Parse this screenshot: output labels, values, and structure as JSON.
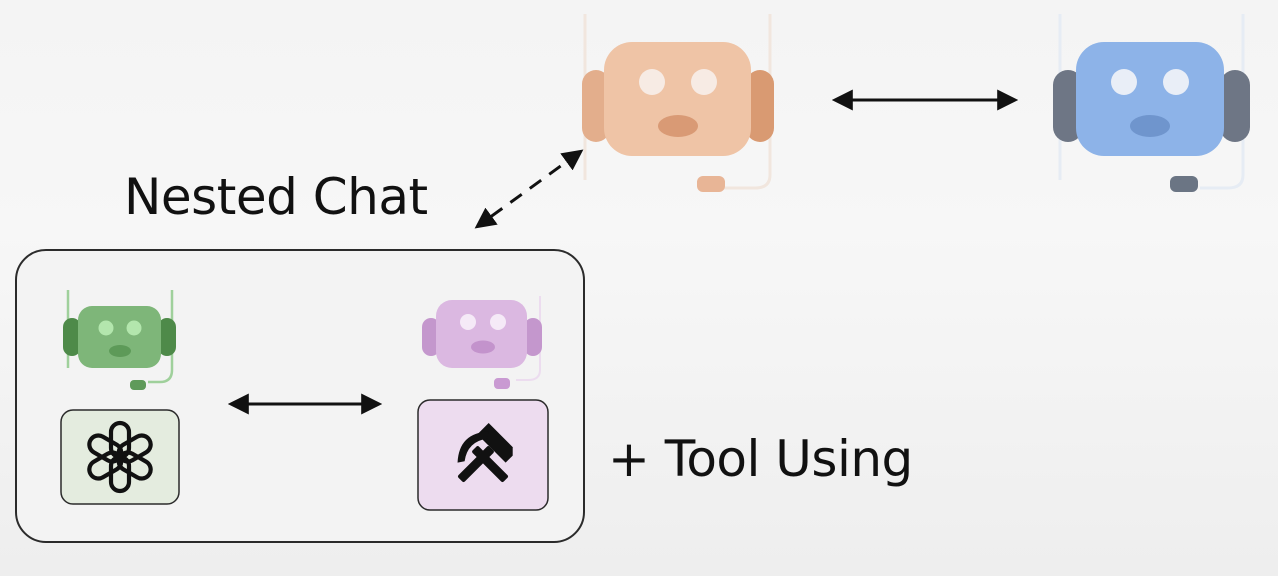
{
  "labels": {
    "nested_chat": "Nested Chat",
    "tool_using": "+ Tool Using"
  },
  "agents": [
    {
      "name": "orange-robot",
      "color": "#eec1a2",
      "ear": "#dfa37f",
      "accent": "#c98e6c"
    },
    {
      "name": "blue-robot",
      "color": "#8fb4e6",
      "ear": "#6b778a",
      "accent": "#6e95cc"
    },
    {
      "name": "green-robot",
      "color": "#7fb67a",
      "ear": "#4f8a4a",
      "accent": "#5d9a58"
    },
    {
      "name": "purple-robot",
      "color": "#dbb7e0",
      "ear": "#c396cc",
      "accent": "#b88ec4"
    }
  ],
  "icons": {
    "openai": "openai-logo-icon",
    "tools": "hammer-pick-icon"
  },
  "colors": {
    "nested_box_bg": "#f3f3f3",
    "nested_box_border": "#2b2b2b",
    "openai_tile_bg": "#e4ecdf",
    "tools_tile_bg": "#eddcef"
  }
}
